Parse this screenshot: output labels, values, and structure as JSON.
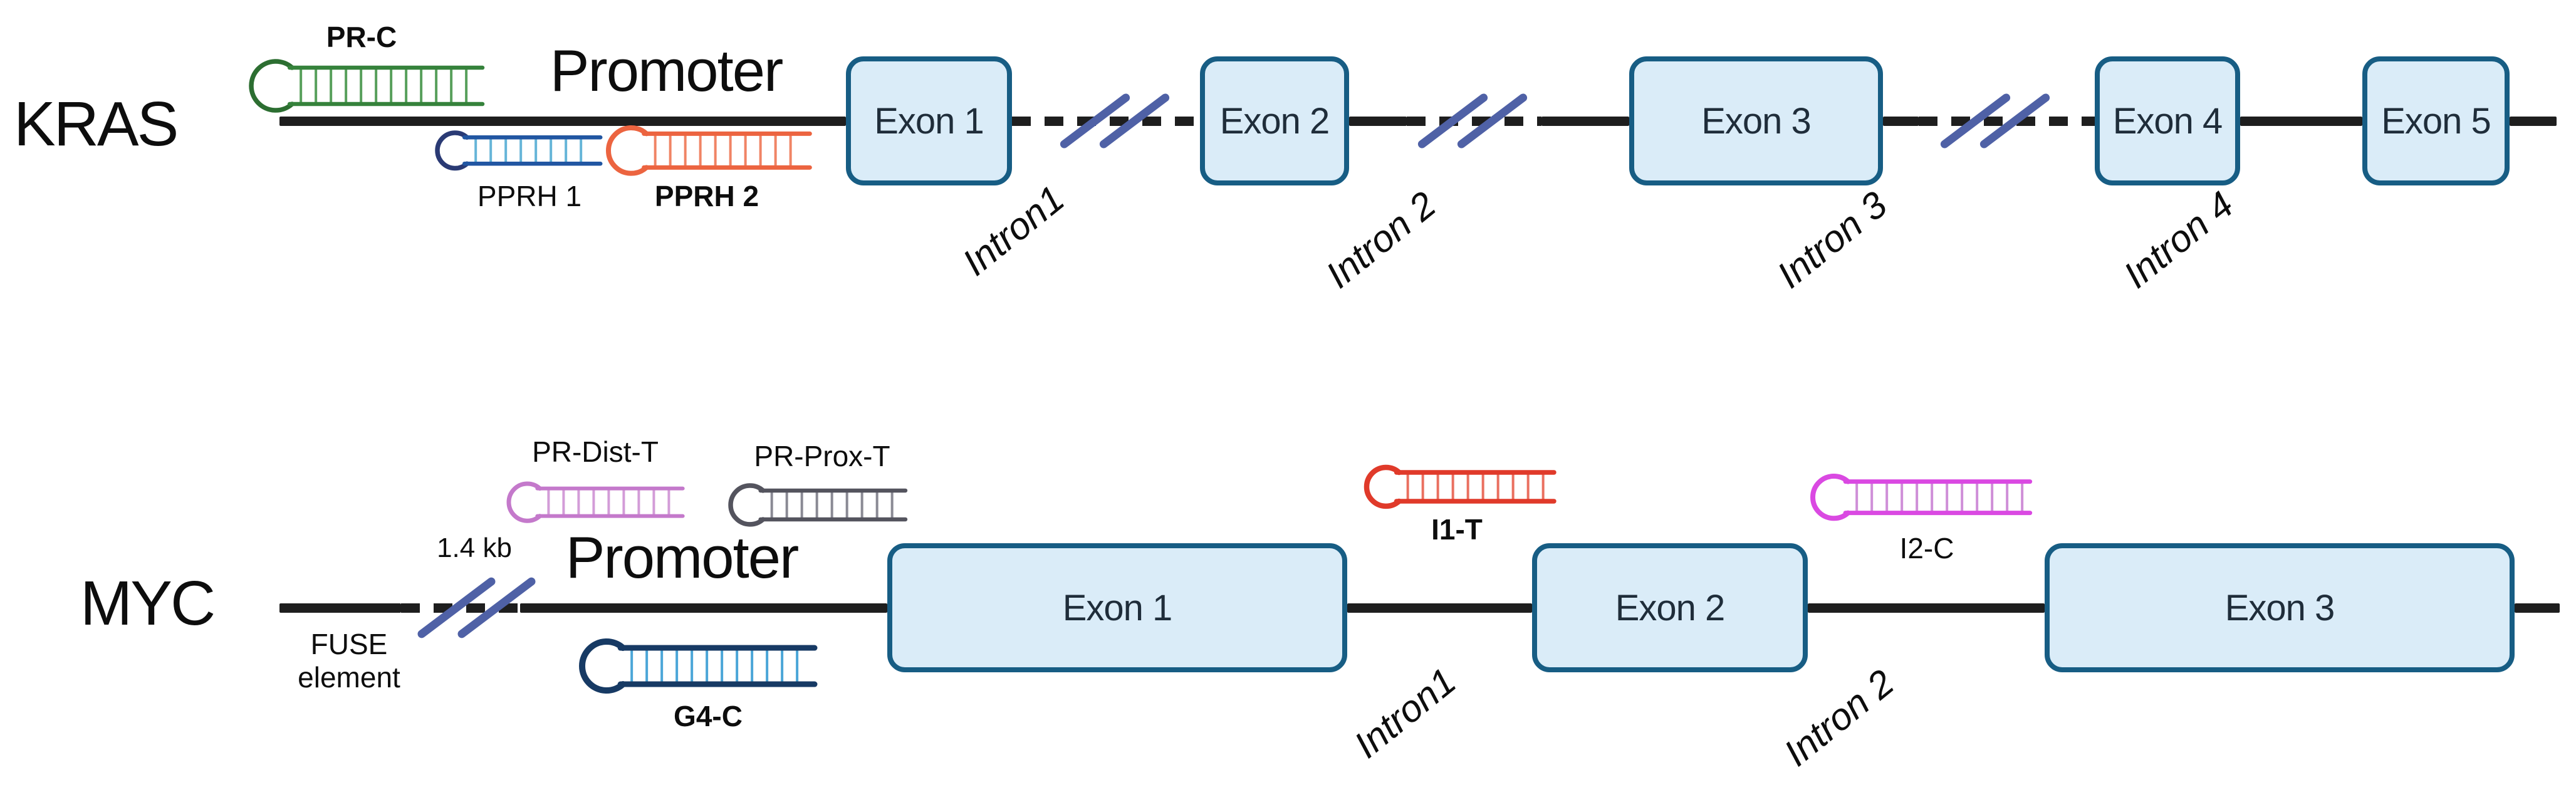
{
  "figure": {
    "background": "#ffffff",
    "gene_line_color": "#1e1e1e",
    "break_slash_color": "#4f61a6",
    "exon_fill": "#daecf8",
    "exon_border": "#175d84",
    "exon_text_color": "#1f2d3a",
    "text_color": "#0d0d0d"
  },
  "genes": [
    {
      "id": "kras",
      "name": "KRAS",
      "promoter_label": "Promoter",
      "exons": [
        {
          "id": "kras-exon-1",
          "label": "Exon 1"
        },
        {
          "id": "kras-exon-2",
          "label": "Exon 2"
        },
        {
          "id": "kras-exon-3",
          "label": "Exon 3"
        },
        {
          "id": "kras-exon-4",
          "label": "Exon 4"
        },
        {
          "id": "kras-exon-5",
          "label": "Exon 5"
        }
      ],
      "introns": [
        {
          "id": "kras-intron-1",
          "label": "Intron1"
        },
        {
          "id": "kras-intron-2",
          "label": "Intron 2"
        },
        {
          "id": "kras-intron-3",
          "label": "Intron 3"
        },
        {
          "id": "kras-intron-4",
          "label": "Intron 4"
        }
      ],
      "hairpins": [
        {
          "id": "pr-c",
          "label": "PR-C",
          "bold": true,
          "color": "#35823b",
          "loop_color": "#2c6e31",
          "rung_color": "#58a05c"
        },
        {
          "id": "pprh-1",
          "label": "PPRH 1",
          "bold": false,
          "color": "#2156a2",
          "loop_color": "#2a3a74",
          "rung_color": "#66b5d8"
        },
        {
          "id": "pprh-2",
          "label": "PPRH 2",
          "bold": true,
          "color": "#ec6440",
          "loop_color": "#ec6440",
          "rung_color": "#f08465"
        }
      ]
    },
    {
      "id": "myc",
      "name": "MYC",
      "promoter_label": "Promoter",
      "annotations": [
        {
          "id": "fuse-element",
          "label": "FUSE\nelement"
        },
        {
          "id": "distance-1-4kb",
          "label": "1.4 kb"
        }
      ],
      "exons": [
        {
          "id": "myc-exon-1",
          "label": "Exon 1"
        },
        {
          "id": "myc-exon-2",
          "label": "Exon 2"
        },
        {
          "id": "myc-exon-3",
          "label": "Exon 3"
        }
      ],
      "introns": [
        {
          "id": "myc-intron-1",
          "label": "Intron1"
        },
        {
          "id": "myc-intron-2",
          "label": "Intron 2"
        }
      ],
      "hairpins": [
        {
          "id": "pr-dist-t",
          "label": "PR-Dist-T",
          "bold": false,
          "color": "#c479cb",
          "loop_color": "#c479cb",
          "rung_color": "#d39cd8"
        },
        {
          "id": "pr-prox-t",
          "label": "PR-Prox-T",
          "bold": false,
          "color": "#54545e",
          "loop_color": "#54545e",
          "rung_color": "#8a8a94"
        },
        {
          "id": "g4-c",
          "label": "G4-C",
          "bold": true,
          "color": "#173a64",
          "loop_color": "#173a64",
          "rung_color": "#4ba6d8"
        },
        {
          "id": "i1-t",
          "label": "I1-T",
          "bold": true,
          "color": "#e03a2a",
          "loop_color": "#e03a2a",
          "rung_color": "#ea7060"
        },
        {
          "id": "i2-c",
          "label": "I2-C",
          "bold": false,
          "color": "#da49e2",
          "loop_color": "#da49e2",
          "rung_color": "#cf8fd8"
        }
      ]
    }
  ]
}
